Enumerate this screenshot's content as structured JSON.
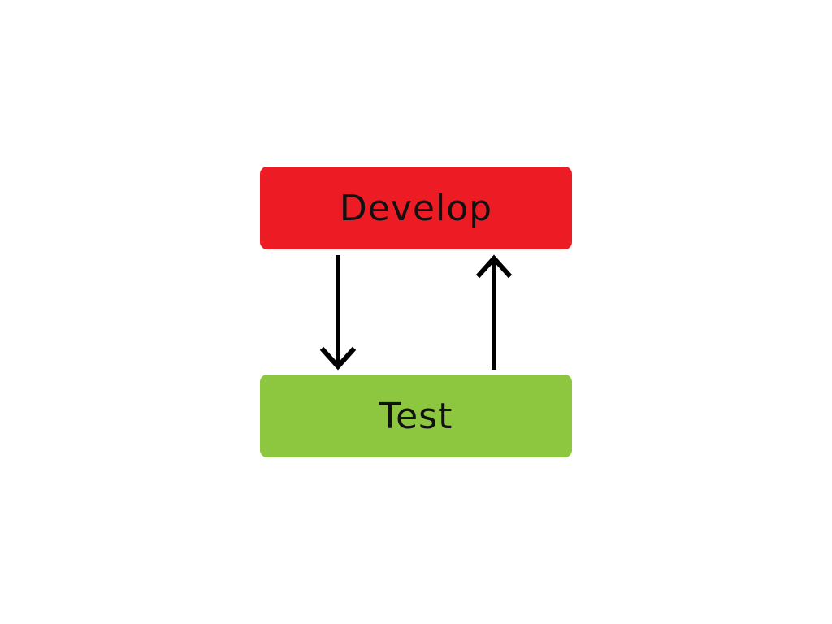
{
  "diagram": {
    "nodes": [
      {
        "id": "develop",
        "label": "Develop",
        "color": "#ed1c24"
      },
      {
        "id": "test",
        "label": "Test",
        "color": "#8dc63f"
      }
    ],
    "edges": [
      {
        "from": "develop",
        "to": "test",
        "direction": "down"
      },
      {
        "from": "test",
        "to": "develop",
        "direction": "up"
      }
    ],
    "arrow_color": "#000000"
  }
}
